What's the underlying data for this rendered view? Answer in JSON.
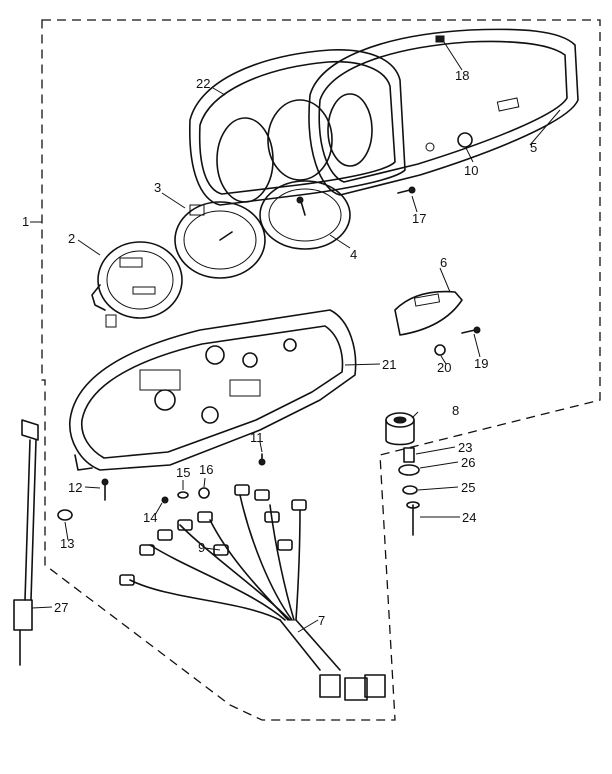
{
  "diagram": {
    "type": "exploded-parts-diagram",
    "callouts": [
      "1",
      "2",
      "3",
      "4",
      "5",
      "6",
      "7",
      "8",
      "9",
      "10",
      "11",
      "12",
      "13",
      "14",
      "15",
      "16",
      "17",
      "18",
      "19",
      "20",
      "21",
      "22",
      "23",
      "24",
      "25",
      "26",
      "27"
    ]
  }
}
